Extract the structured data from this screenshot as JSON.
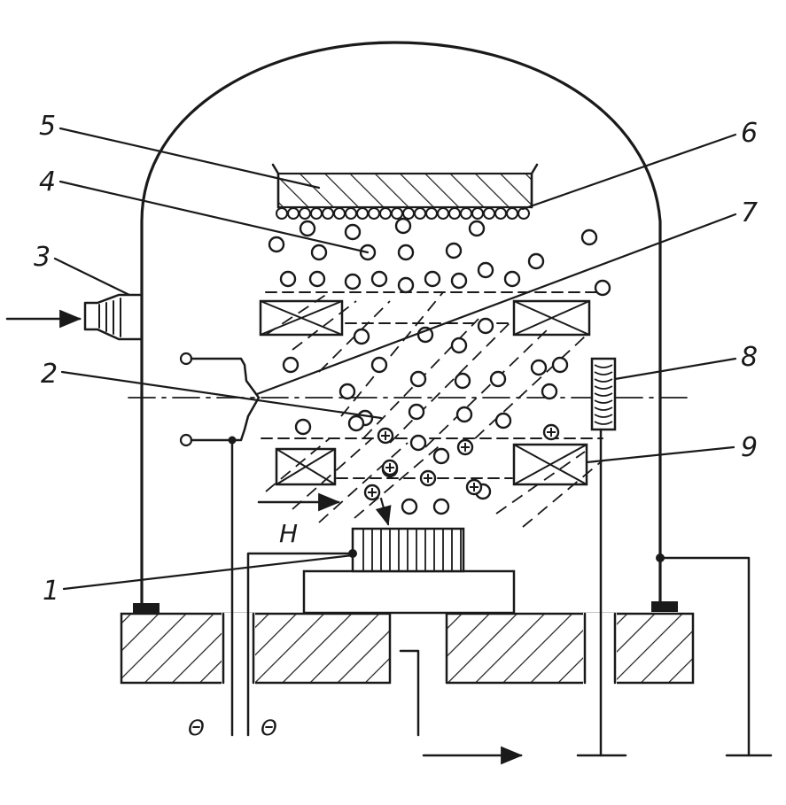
{
  "callouts": [
    {
      "id": "1",
      "text": "1"
    },
    {
      "id": "2",
      "text": "2"
    },
    {
      "id": "3",
      "text": "3"
    },
    {
      "id": "4",
      "text": "4"
    },
    {
      "id": "5",
      "text": "5"
    },
    {
      "id": "6",
      "text": "6"
    },
    {
      "id": "7",
      "text": "7"
    },
    {
      "id": "8",
      "text": "8"
    },
    {
      "id": "9",
      "text": "9"
    }
  ],
  "field_label": "H",
  "terminal_left": "Θ",
  "terminal_right": "Θ",
  "colors": {
    "ink": "#1a1a1a",
    "background": "#ffffff"
  }
}
